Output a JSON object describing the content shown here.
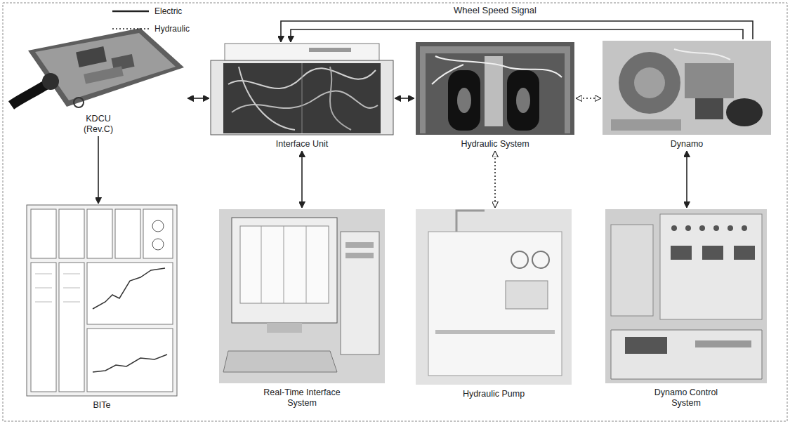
{
  "diagram": {
    "nodes": [
      {
        "text": [
          "KDCU (Rev.C)"
        ]
      },
      {
        "text": [
          "Interface Unit"
        ]
      },
      {
        "text": [
          "Hydraulic System"
        ]
      },
      {
        "text": [
          "Dynamo"
        ]
      },
      {
        "text": [
          "BITe"
        ]
      },
      {
        "text": [
          "Real-Time Interface System"
        ]
      },
      {
        "text": [
          "Hydraulic Pump"
        ]
      },
      {
        "text": [
          "Dynamo Control System"
        ]
      }
    ],
    "edges": [
      {
        "from": 0,
        "to": 1,
        "arrow": "both"
      },
      {
        "from": 1,
        "to": 2,
        "arrow": "both"
      },
      {
        "from": 2,
        "to": 3,
        "arrow": "both"
      },
      {
        "from": 0,
        "to": 4,
        "arrow": "to"
      },
      {
        "from": 1,
        "to": 5,
        "arrow": "both"
      },
      {
        "from": 2,
        "to": 6,
        "arrow": "both"
      },
      {
        "from": 3,
        "to": 7,
        "arrow": "both"
      },
      {
        "from": 3,
        "to": 1,
        "arrow": "to",
        "label": "Wheel Speed Signal"
      },
      {
        "from": 3,
        "to": 1,
        "arrow": "to"
      }
    ],
    "legend": [
      {
        "text": "Electric"
      },
      {
        "text": "Hydraulic"
      }
    ]
  }
}
